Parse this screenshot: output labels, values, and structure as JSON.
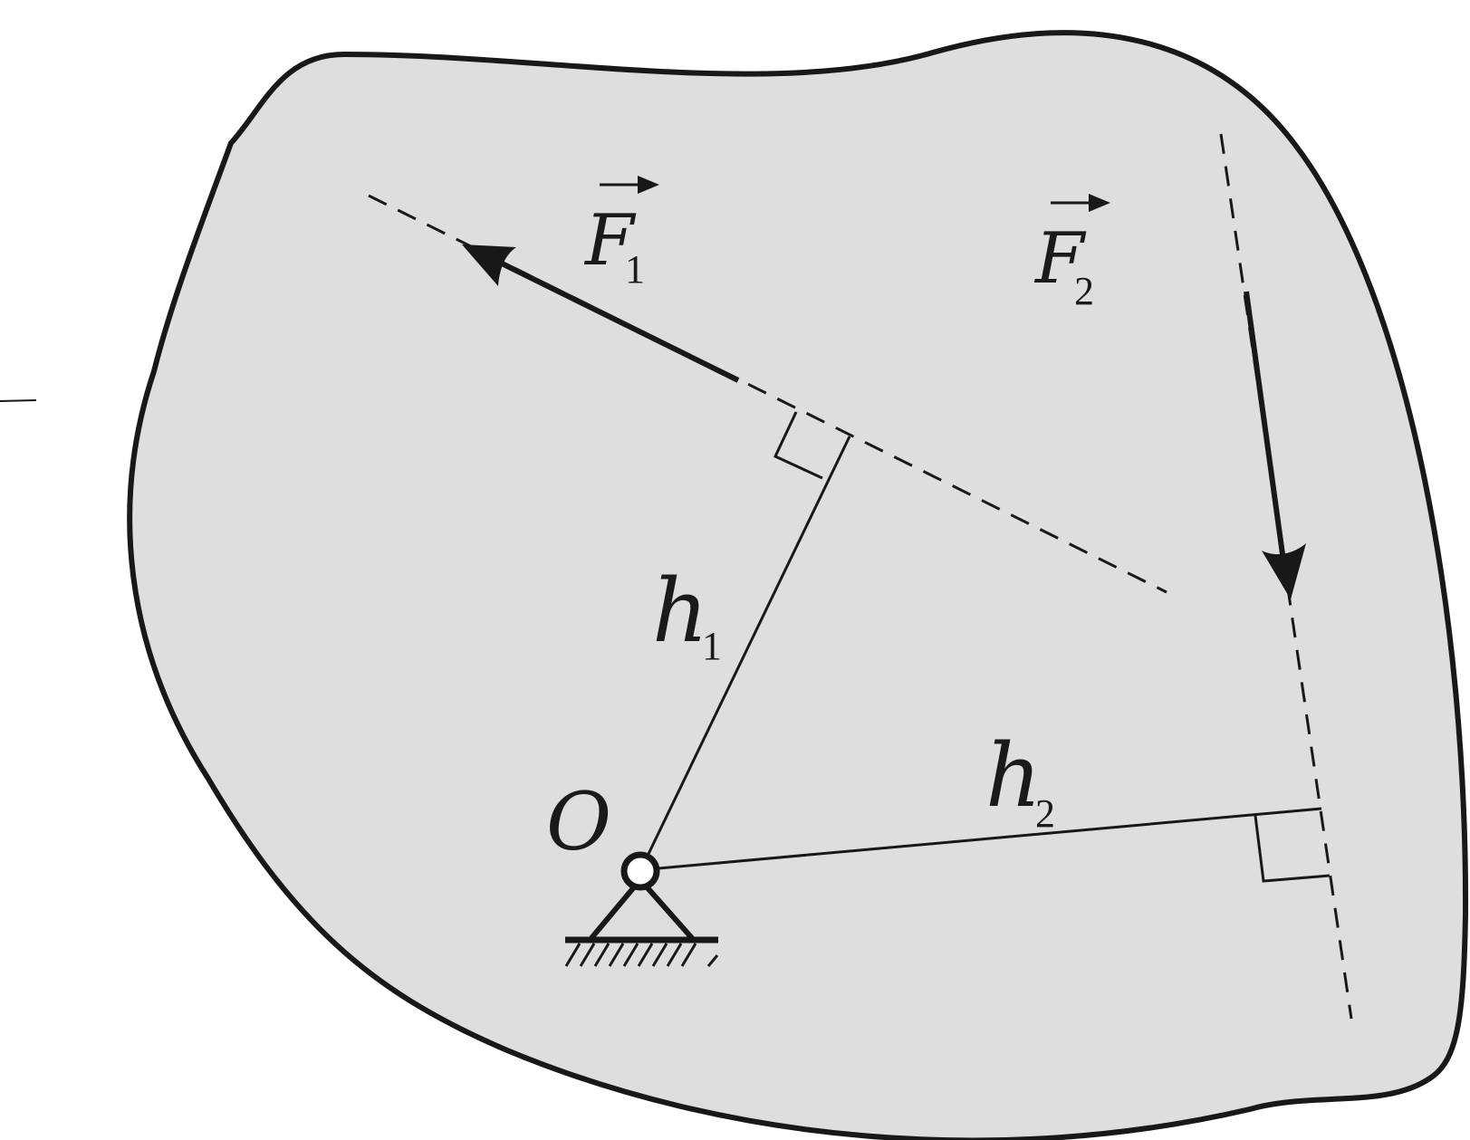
{
  "labels": {
    "force1": "F",
    "force1_sub": "1",
    "force2": "F",
    "force2_sub": "2",
    "arm1": "h",
    "arm1_sub": "1",
    "arm2": "h",
    "arm2_sub": "2",
    "pivot": "O"
  },
  "colors": {
    "body_fill": "#dededd",
    "stroke": "#1a1717",
    "background": "#ffffff"
  }
}
